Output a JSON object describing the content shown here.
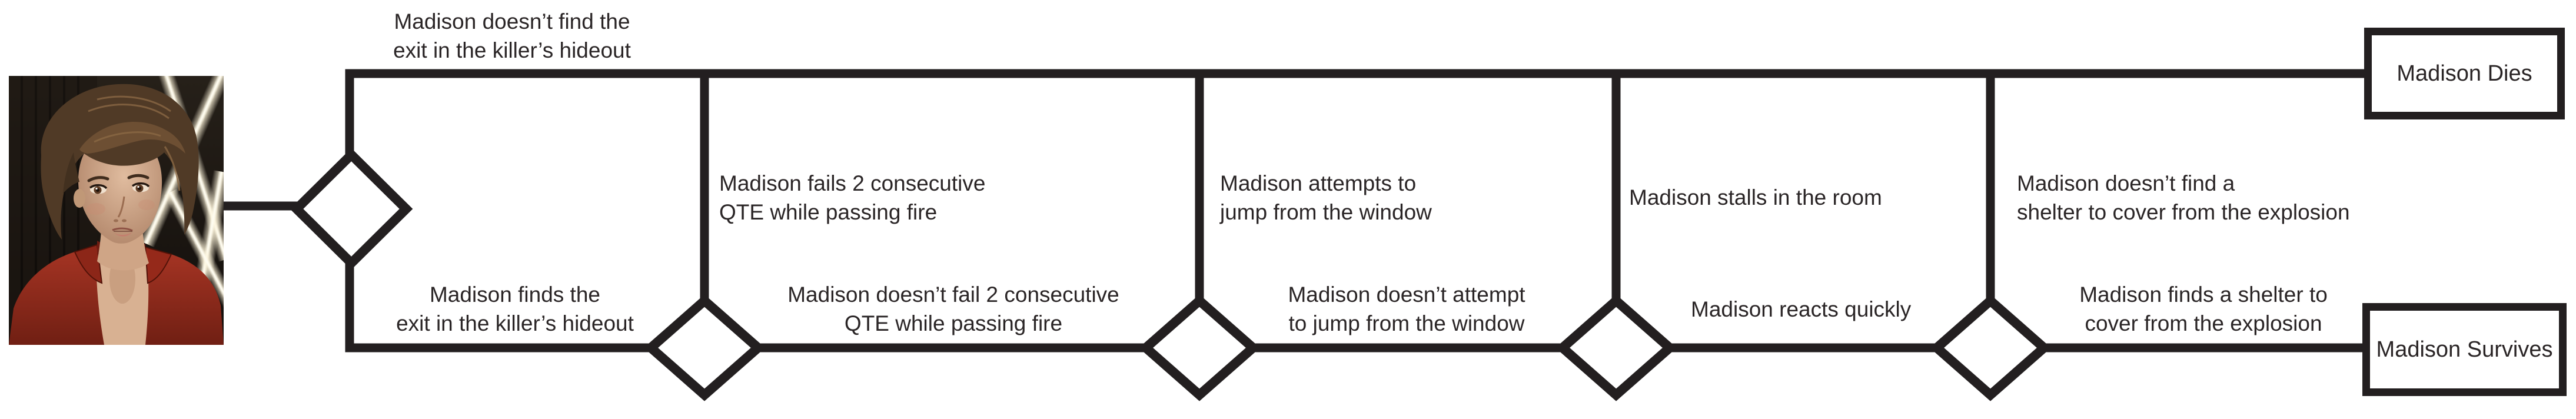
{
  "title": "Madison survival decision flowchart",
  "portrait": {
    "icon": "madison-portrait"
  },
  "outcomes": {
    "dies": "Madison Dies",
    "survives": "Madison Survives"
  },
  "decisions": [
    {
      "death_label": "Madison doesn’t find the\nexit in the killer’s hideout",
      "survive_label": "Madison finds the\nexit in the killer’s hideout"
    },
    {
      "death_label": "Madison fails 2 consecutive\nQTE while passing fire",
      "survive_label": "Madison doesn’t fail 2 consecutive\nQTE while passing fire"
    },
    {
      "death_label": "Madison attempts to\njump from the window",
      "survive_label": "Madison doesn’t attempt\nto jump from the window"
    },
    {
      "death_label": "Madison stalls in the room",
      "survive_label": "Madison reacts quickly"
    },
    {
      "death_label": "Madison doesn’t find a\nshelter to cover from the explosion",
      "survive_label": "Madison finds a shelter to\ncover from the explosion"
    }
  ],
  "colors": {
    "line_color": "#231f20",
    "text_color": "#2a2526",
    "bg_color": "#ffffff",
    "shirt_red": "#96291b",
    "hair_brown": "#543c27",
    "skin_tone": "#d6b092",
    "light_glow": "#fdf4da"
  }
}
